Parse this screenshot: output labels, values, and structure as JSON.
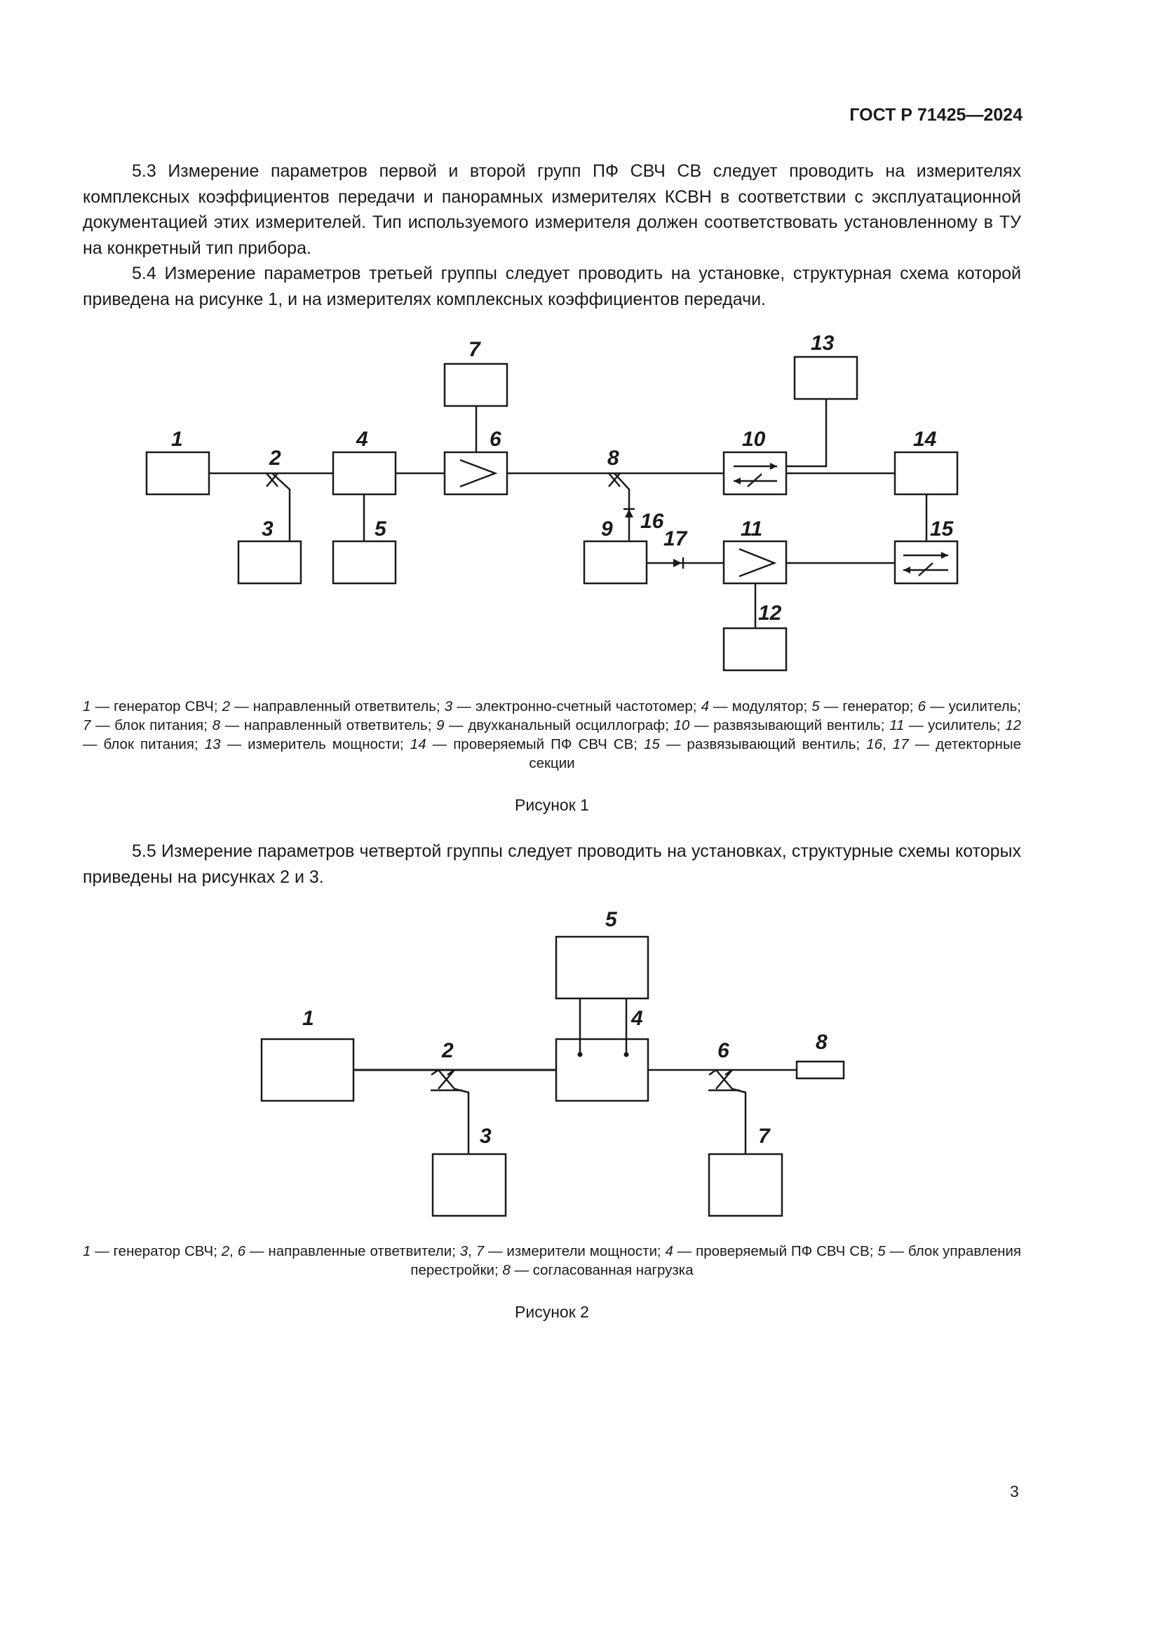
{
  "header": {
    "doc_number": "ГОСТ Р 71425—2024"
  },
  "paragraphs": {
    "p53": "5.3 Измерение параметров первой и второй групп ПФ СВЧ СВ следует проводить на измерителях комплексных коэффициентов передачи и панорамных измерителях КСВН в соответствии с эксплуатационной документацией этих измерителей. Тип используемого измерителя должен соответствовать установленному в ТУ на конкретный тип прибора.",
    "p54": "5.4 Измерение параметров третьей группы следует проводить на установке, структурная схема которой приведена на рисунке 1, и на измерителях комплексных коэффициентов передачи.",
    "p55": "5.5 Измерение параметров четвертой группы следует проводить на установках, структурные схемы которых приведены на рисунках 2 и 3."
  },
  "figure1": {
    "labels": [
      "1",
      "2",
      "3",
      "4",
      "5",
      "6",
      "7",
      "8",
      "9",
      "10",
      "11",
      "12",
      "13",
      "14",
      "15",
      "16",
      "17"
    ],
    "legend": [
      {
        "num": "1",
        "text": " — генератор СВЧ; "
      },
      {
        "num": "2",
        "text": " — направленный ответвитель; "
      },
      {
        "num": "3",
        "text": " — электронно-счетный частотомер; "
      },
      {
        "num": "4",
        "text": " — модулятор; "
      },
      {
        "num": "5",
        "text": " — генератор; "
      },
      {
        "num": "6",
        "text": " — усилитель; "
      },
      {
        "num": "7",
        "text": " — блок питания; "
      },
      {
        "num": "8",
        "text": " — направленный ответвитель; "
      },
      {
        "num": "9",
        "text": " — двухканальный осциллограф; "
      },
      {
        "num": "10",
        "text": " — развязывающий вентиль; "
      },
      {
        "num": "11",
        "text": " — усилитель; "
      },
      {
        "num": "12",
        "text": " — блок питания; "
      },
      {
        "num": "13",
        "text": " — измеритель мощности; "
      },
      {
        "num": "14",
        "text": " — проверяемый ПФ СВЧ СВ; "
      },
      {
        "num": "15",
        "text": " — развязывающий вентиль; "
      },
      {
        "num": "16",
        "text": ", "
      },
      {
        "num": "17",
        "text": " — детекторные секции"
      }
    ],
    "caption": "Рисунок 1"
  },
  "figure2": {
    "labels": [
      "1",
      "2",
      "3",
      "4",
      "5",
      "6",
      "7",
      "8"
    ],
    "legend": [
      {
        "num": "1",
        "text": " — генератор СВЧ; "
      },
      {
        "num": "2",
        "text": ", "
      },
      {
        "num": "6",
        "text": " — направленные ответвители; "
      },
      {
        "num": "3",
        "text": ", "
      },
      {
        "num": "7",
        "text": " — измерители мощности; "
      },
      {
        "num": "4",
        "text": " — проверяемый ПФ СВЧ СВ; "
      },
      {
        "num": "5",
        "text": " — блок управления перестройки; "
      },
      {
        "num": "8",
        "text": " — согласованная нагрузка"
      }
    ],
    "caption": "Рисунок 2"
  },
  "page_number": "3"
}
